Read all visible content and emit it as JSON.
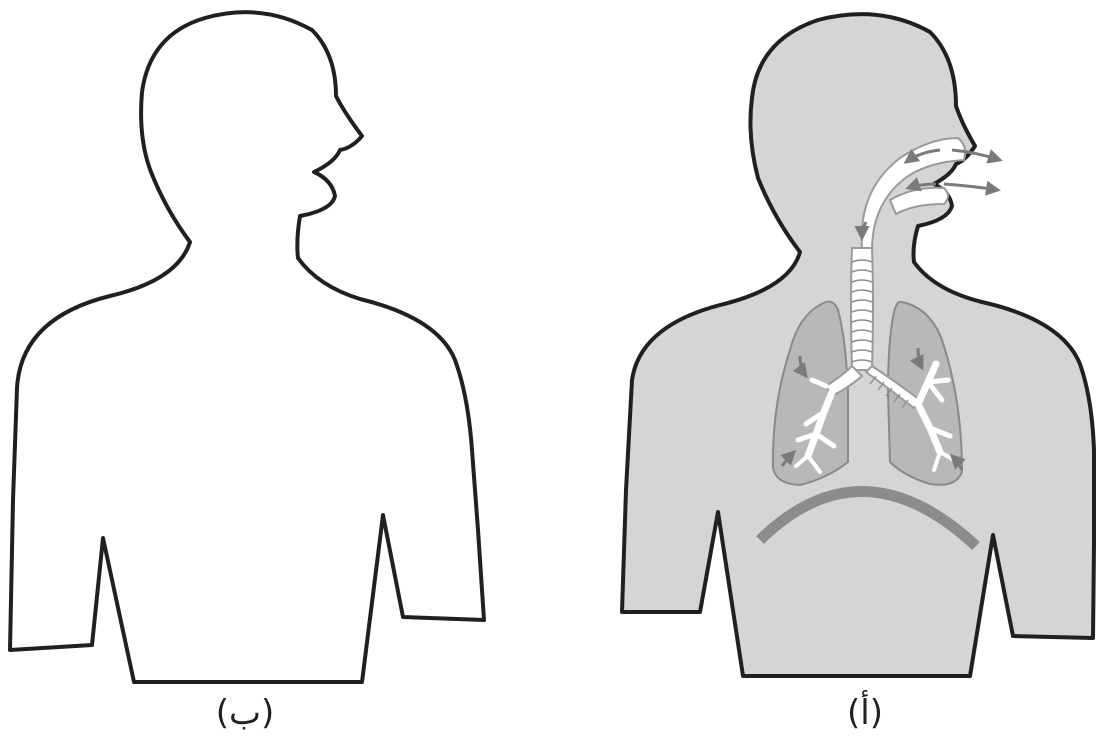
{
  "panels": [
    {
      "id": "b",
      "caption": "(ب)",
      "fill_color": "#ffffff",
      "outline_color": "#231f20"
    },
    {
      "id": "a",
      "caption": "(أ)",
      "fill_color": "#d5d5d5",
      "outline_color": "#231f20",
      "lung_color": "#b8b8b8",
      "airway_color": "#ffffff",
      "arrow_color": "#7a7a7a",
      "diaphragm_color": "#8c8c8c"
    }
  ]
}
